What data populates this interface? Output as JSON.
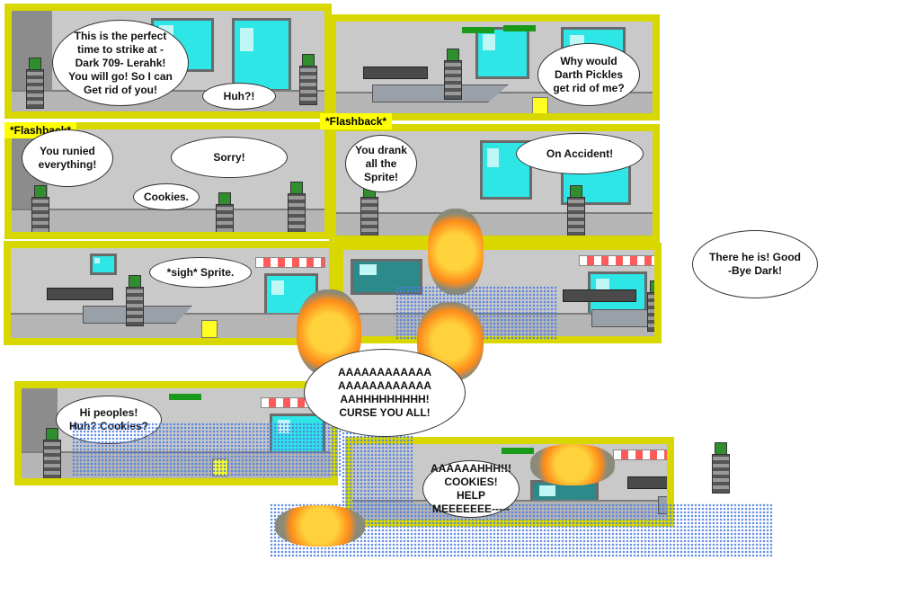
{
  "panels": [
    {
      "id": "p1",
      "bubbles": [
        "This is the perfect\ntime to strike at -\nDark 709- Lerahk!\nYou will go! So I can\nGet rid of you!",
        "Huh?!"
      ]
    },
    {
      "id": "p2",
      "bubbles": [
        "Why would\nDarth Pickles\nget rid of me?"
      ]
    },
    {
      "id": "p3",
      "tag": "*Flashback*",
      "bubbles": [
        "You runied\neverything!",
        "Sorry!",
        "Cookies."
      ]
    },
    {
      "id": "p4",
      "tag": "*Flashback*",
      "bubbles": [
        "You drank\nall the\nSprite!",
        "On Accident!"
      ]
    },
    {
      "id": "p5",
      "bubbles": [
        "*sigh* Sprite."
      ]
    },
    {
      "id": "p6",
      "bubbles": [
        "There he is! Good\n-Bye Dark!"
      ]
    },
    {
      "id": "p7",
      "bubbles": [
        "Hi peoples!\nHuh? Cookies?"
      ]
    },
    {
      "id": "p8",
      "bubbles": [
        "AAAAAAAAAAAA\nAAAAAAAAAAAA\nAAHHHHHHHHH!\nCURSE YOU ALL!"
      ]
    },
    {
      "id": "p9",
      "bubbles": [
        "AAAAAAHHH!!!\nCOOKIES! HELP\nMEEEEEEE-----"
      ]
    }
  ],
  "colors": {
    "frame": "#d8d800",
    "window": "#2ee6e6",
    "water": "#4f7fe0",
    "flame": "#ff8c1a",
    "tag": "#ffff00"
  }
}
